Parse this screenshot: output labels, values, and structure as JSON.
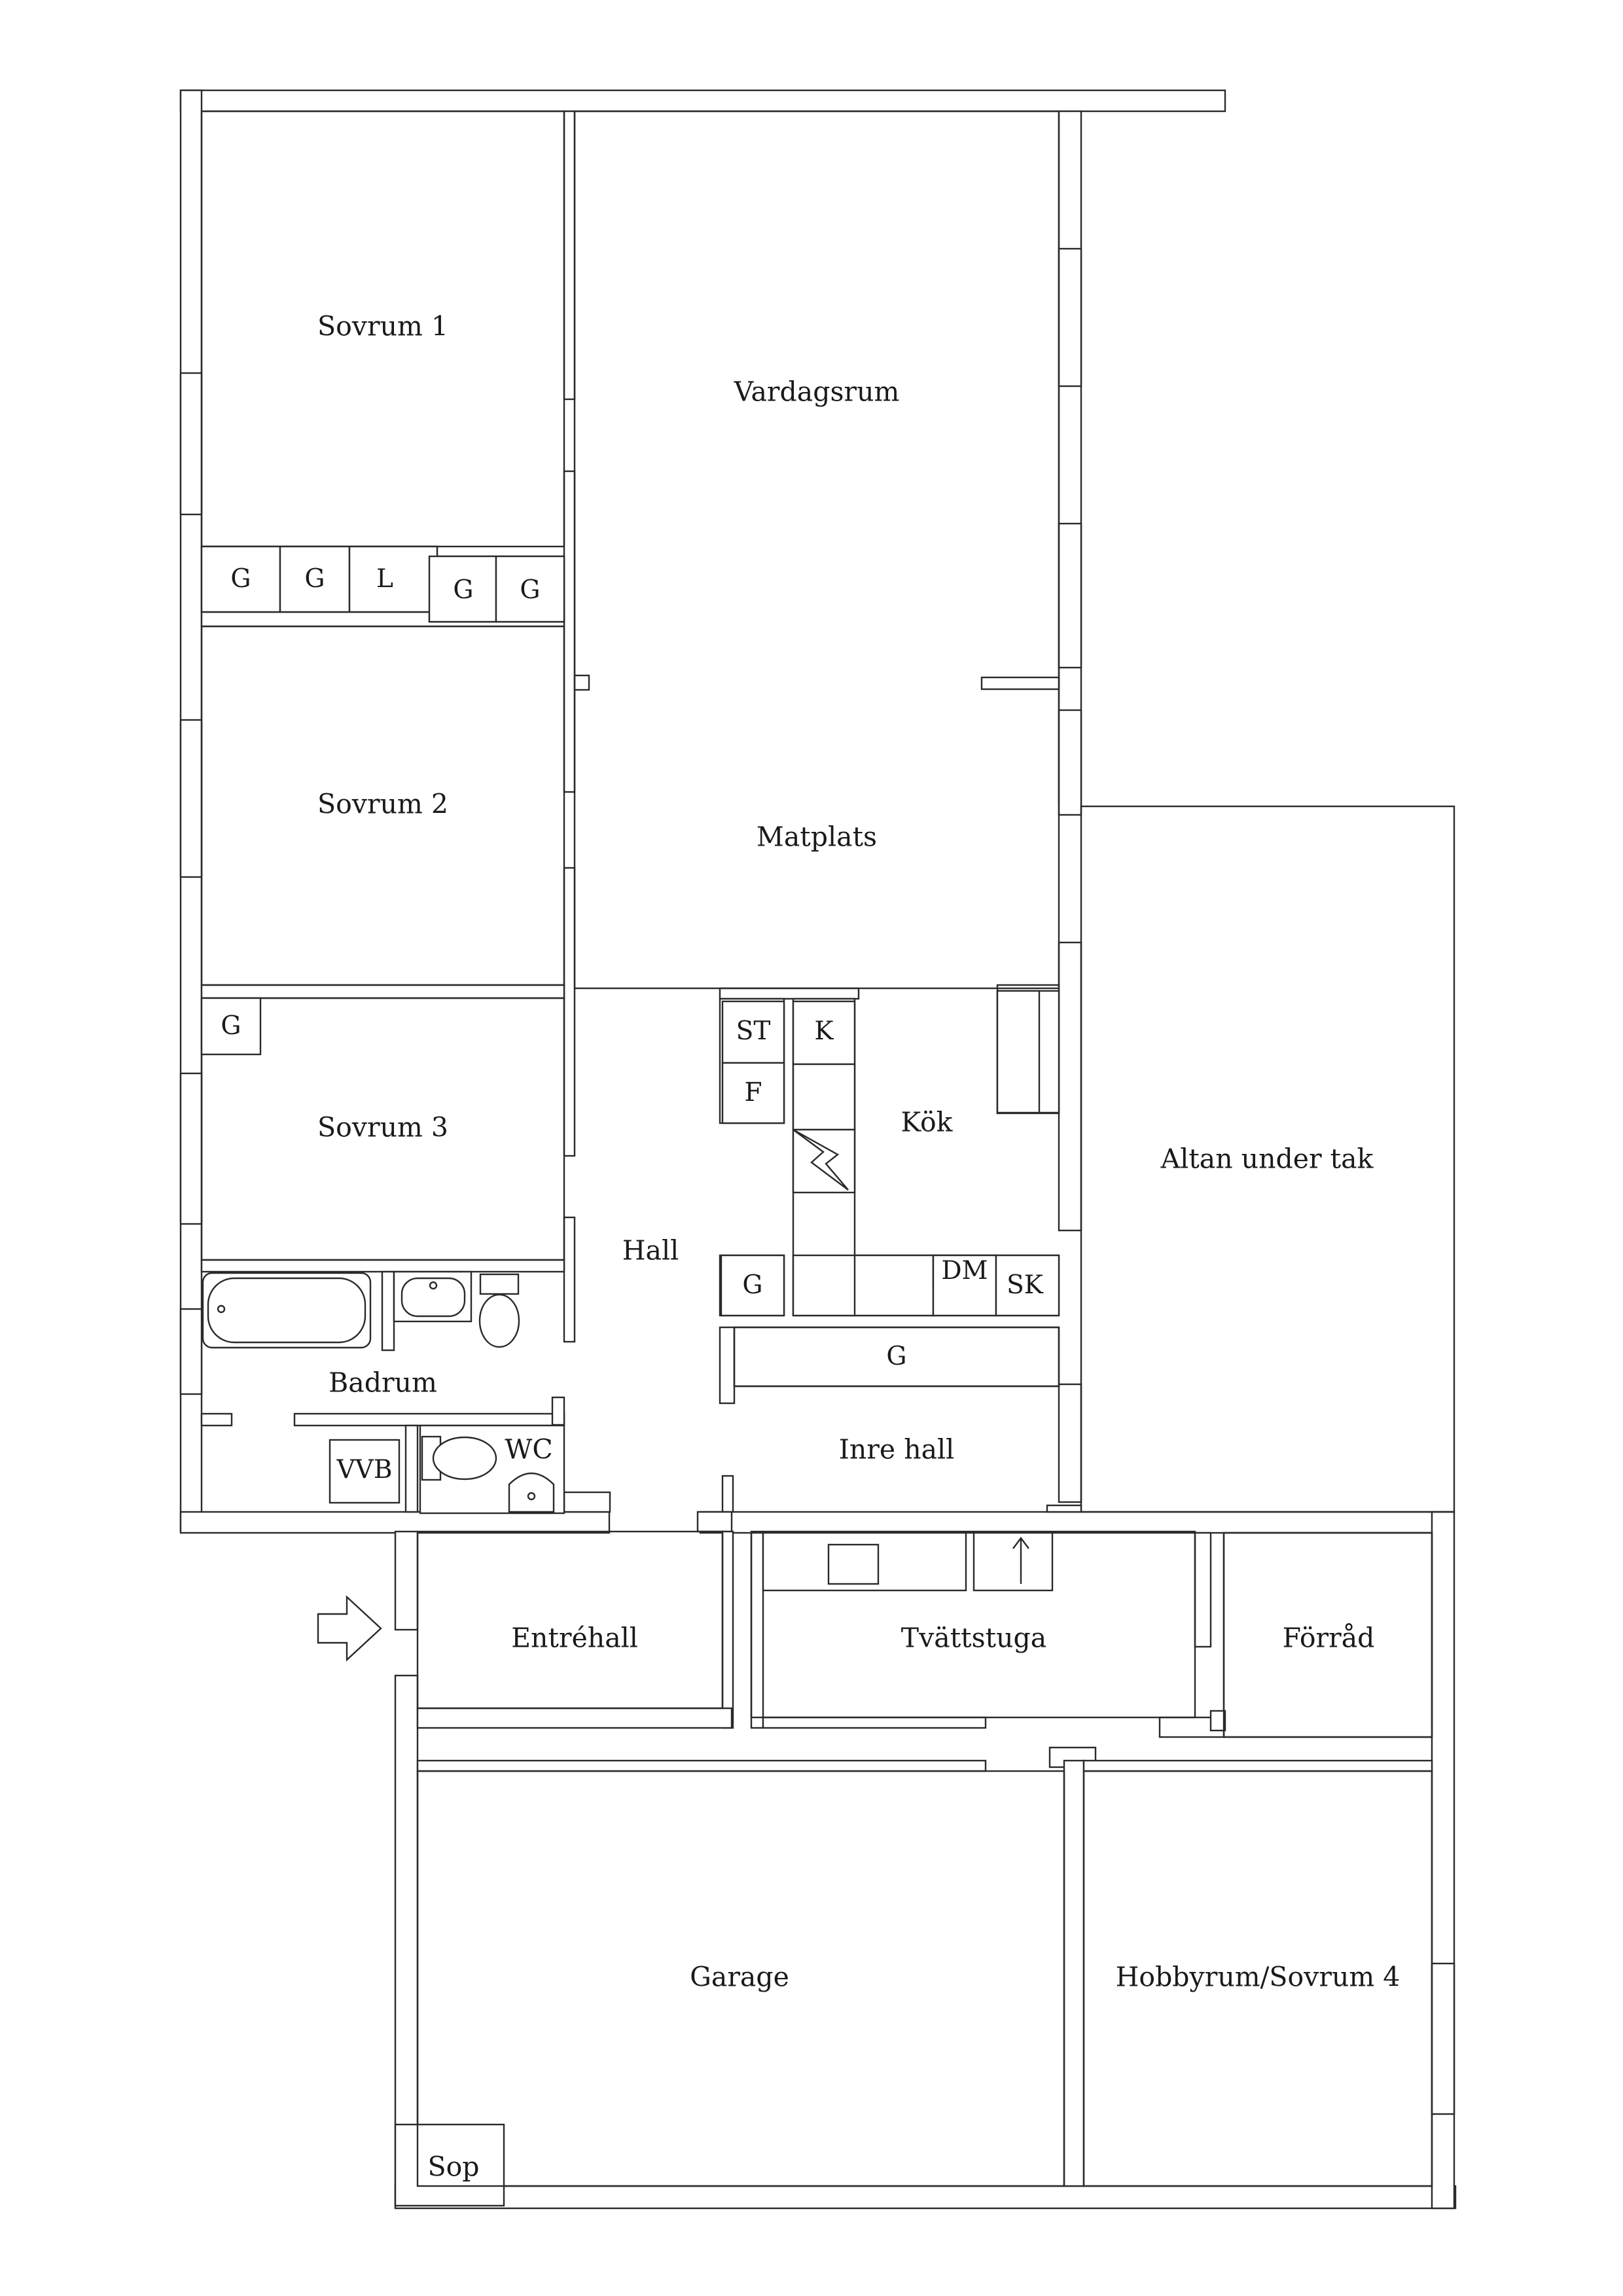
{
  "rooms": {
    "sovrum1": "Sovrum 1",
    "vardagsrum": "Vardagsrum",
    "sovrum2": "Sovrum 2",
    "matplats": "Matplats",
    "sovrum3": "Sovrum 3",
    "kok": "Kök",
    "altan": "Altan under tak",
    "hall": "Hall",
    "badrum": "Badrum",
    "wc": "WC",
    "inre_hall": "Inre hall",
    "entrehall": "Entréhall",
    "tvattstuga": "Tvättstuga",
    "forrad": "Förråd",
    "garage": "Garage",
    "hobbyrum": "Hobbyrum/Sovrum 4",
    "sop": "Sop",
    "vvb": "VVB"
  },
  "closets": {
    "g1": "G",
    "g2": "G",
    "l1": "L",
    "g3": "G",
    "g4": "G",
    "g5": "G",
    "g6": "G",
    "g7": "G"
  },
  "kitchen": {
    "st": "ST",
    "f": "F",
    "k": "K",
    "dm": "DM",
    "sk": "SK"
  }
}
